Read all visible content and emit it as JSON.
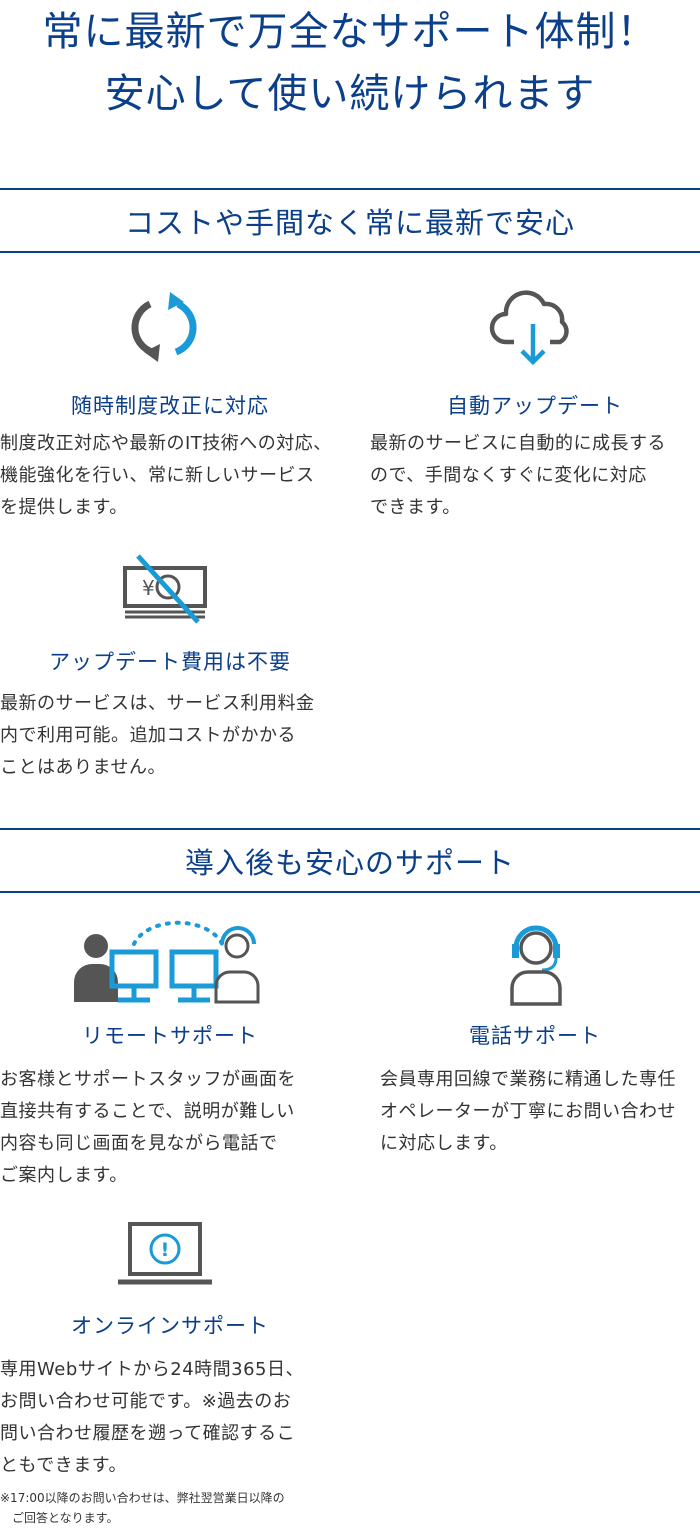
{
  "hero": {
    "line1": "常に最新で万全なサポート体制！",
    "line2": "安心して使い続けられます"
  },
  "section1": {
    "heading": "コストや手間なく常に最新で安心",
    "features": [
      {
        "icon": "refresh-icon",
        "title": "随時制度改正に対応",
        "desc": "制度改正対応や最新のIT技術への対応、\n機能強化を行い、常に新しいサービス\nを提供します。"
      },
      {
        "icon": "cloud-download-icon",
        "title": "自動アップデート",
        "desc": "最新のサービスに自動的に成長する\nので、手間なくすぐに変化に対応\nできます。"
      },
      {
        "icon": "no-fee-icon",
        "icon_glyph": "¥",
        "title": "アップデート費用は不要",
        "desc": "最新のサービスは、サービス利用料金\n内で利用可能。追加コストがかかる\nことはありません。"
      }
    ]
  },
  "section2": {
    "heading": "導入後も安心のサポート",
    "features": [
      {
        "icon": "remote-support-icon",
        "title": "リモートサポート",
        "desc": "お客様とサポートスタッフが画面を\n直接共有することで、説明が難しい\n内容も同じ画面を見ながら電話で\nご案内します。"
      },
      {
        "icon": "headset-operator-icon",
        "title": "電話サポート",
        "desc": "会員専用回線で業務に精通した専任\nオペレーターが丁寧にお問い合わせ\nに対応します。"
      },
      {
        "icon": "laptop-alert-icon",
        "icon_glyph": "!",
        "title": "オンラインサポート",
        "desc": "専用Webサイトから24時間365日、\nお問い合わせ可能です。※過去のお\n問い合わせ履歴を遡って確認するこ\nともできます。",
        "note": "※17:00以降のお問い合わせは、弊社翌営業日以降の\n　ご回答となります。"
      }
    ]
  },
  "colors": {
    "navy": "#0b3f8a",
    "accent_blue": "#1a9ad6",
    "icon_gray": "#555555",
    "text": "#333333"
  }
}
